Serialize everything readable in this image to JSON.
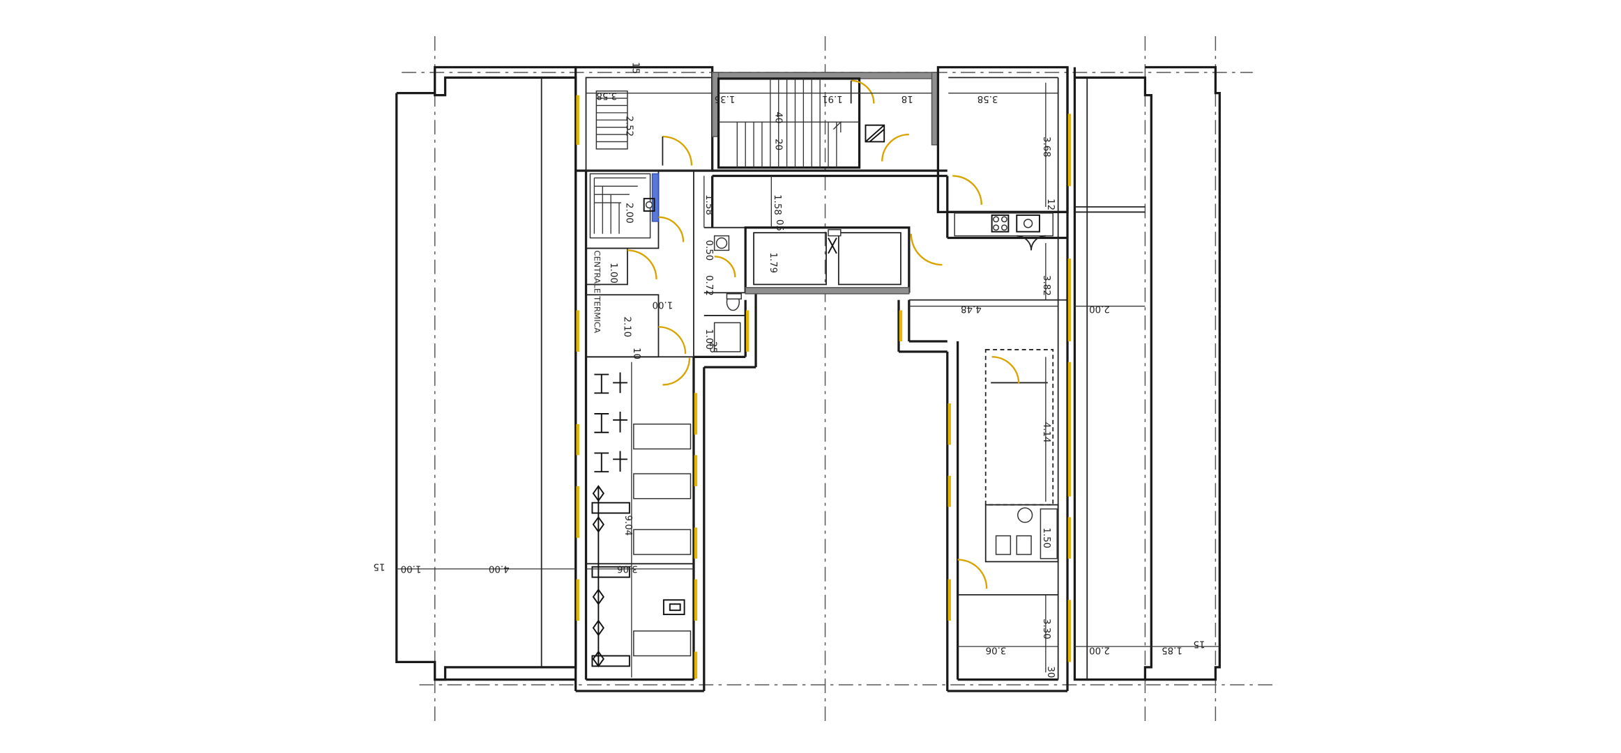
{
  "plan": {
    "room_label": "CENTRALE TERMICA",
    "dimensions": {
      "top_thickness": "15",
      "left_offset": "15",
      "left_room_width": "4.00",
      "left_band_width": "1.00",
      "gym_width": "3.06",
      "gym_length": "9.04",
      "sauna_width": "3.58",
      "sauna_depth": "2.52",
      "stair_landing": "1.35",
      "stair_run": "1.91",
      "lift_core": "1.79",
      "corridor_height": "1.58",
      "corridor_height_b": "1.58",
      "right_room_a_width": "3.58",
      "right_room_a_depth": "3.68",
      "right_room_b_width": "4.48",
      "right_room_b_depth": "3.82",
      "right_room_c_depth": "4.14",
      "bath_depth": "1.50",
      "right_room_d_depth": "3.30",
      "right_room_d_width": "3.06",
      "balcony_width": "2.00",
      "balcony_width_b": "2.00",
      "right_band_width": "1.85",
      "right_offset": "15",
      "wc_a": "0.50",
      "wc_b": "0.72",
      "wc_c": "1.00",
      "small_a": "1.00",
      "small_b": "2.00",
      "small_c": "2.10",
      "small_d": "1.00",
      "thin_a": "12",
      "thin_b": "25",
      "thin_c": "18",
      "thin_d": "40",
      "thin_e": "10",
      "thin_f": "05",
      "thin_g": "20",
      "thin_h": "30"
    },
    "colors": {
      "door_arc": "#d9a400",
      "window": "#e2b500",
      "shower_tile": "#5a78d8",
      "shaft": "#8f8f8f"
    }
  }
}
